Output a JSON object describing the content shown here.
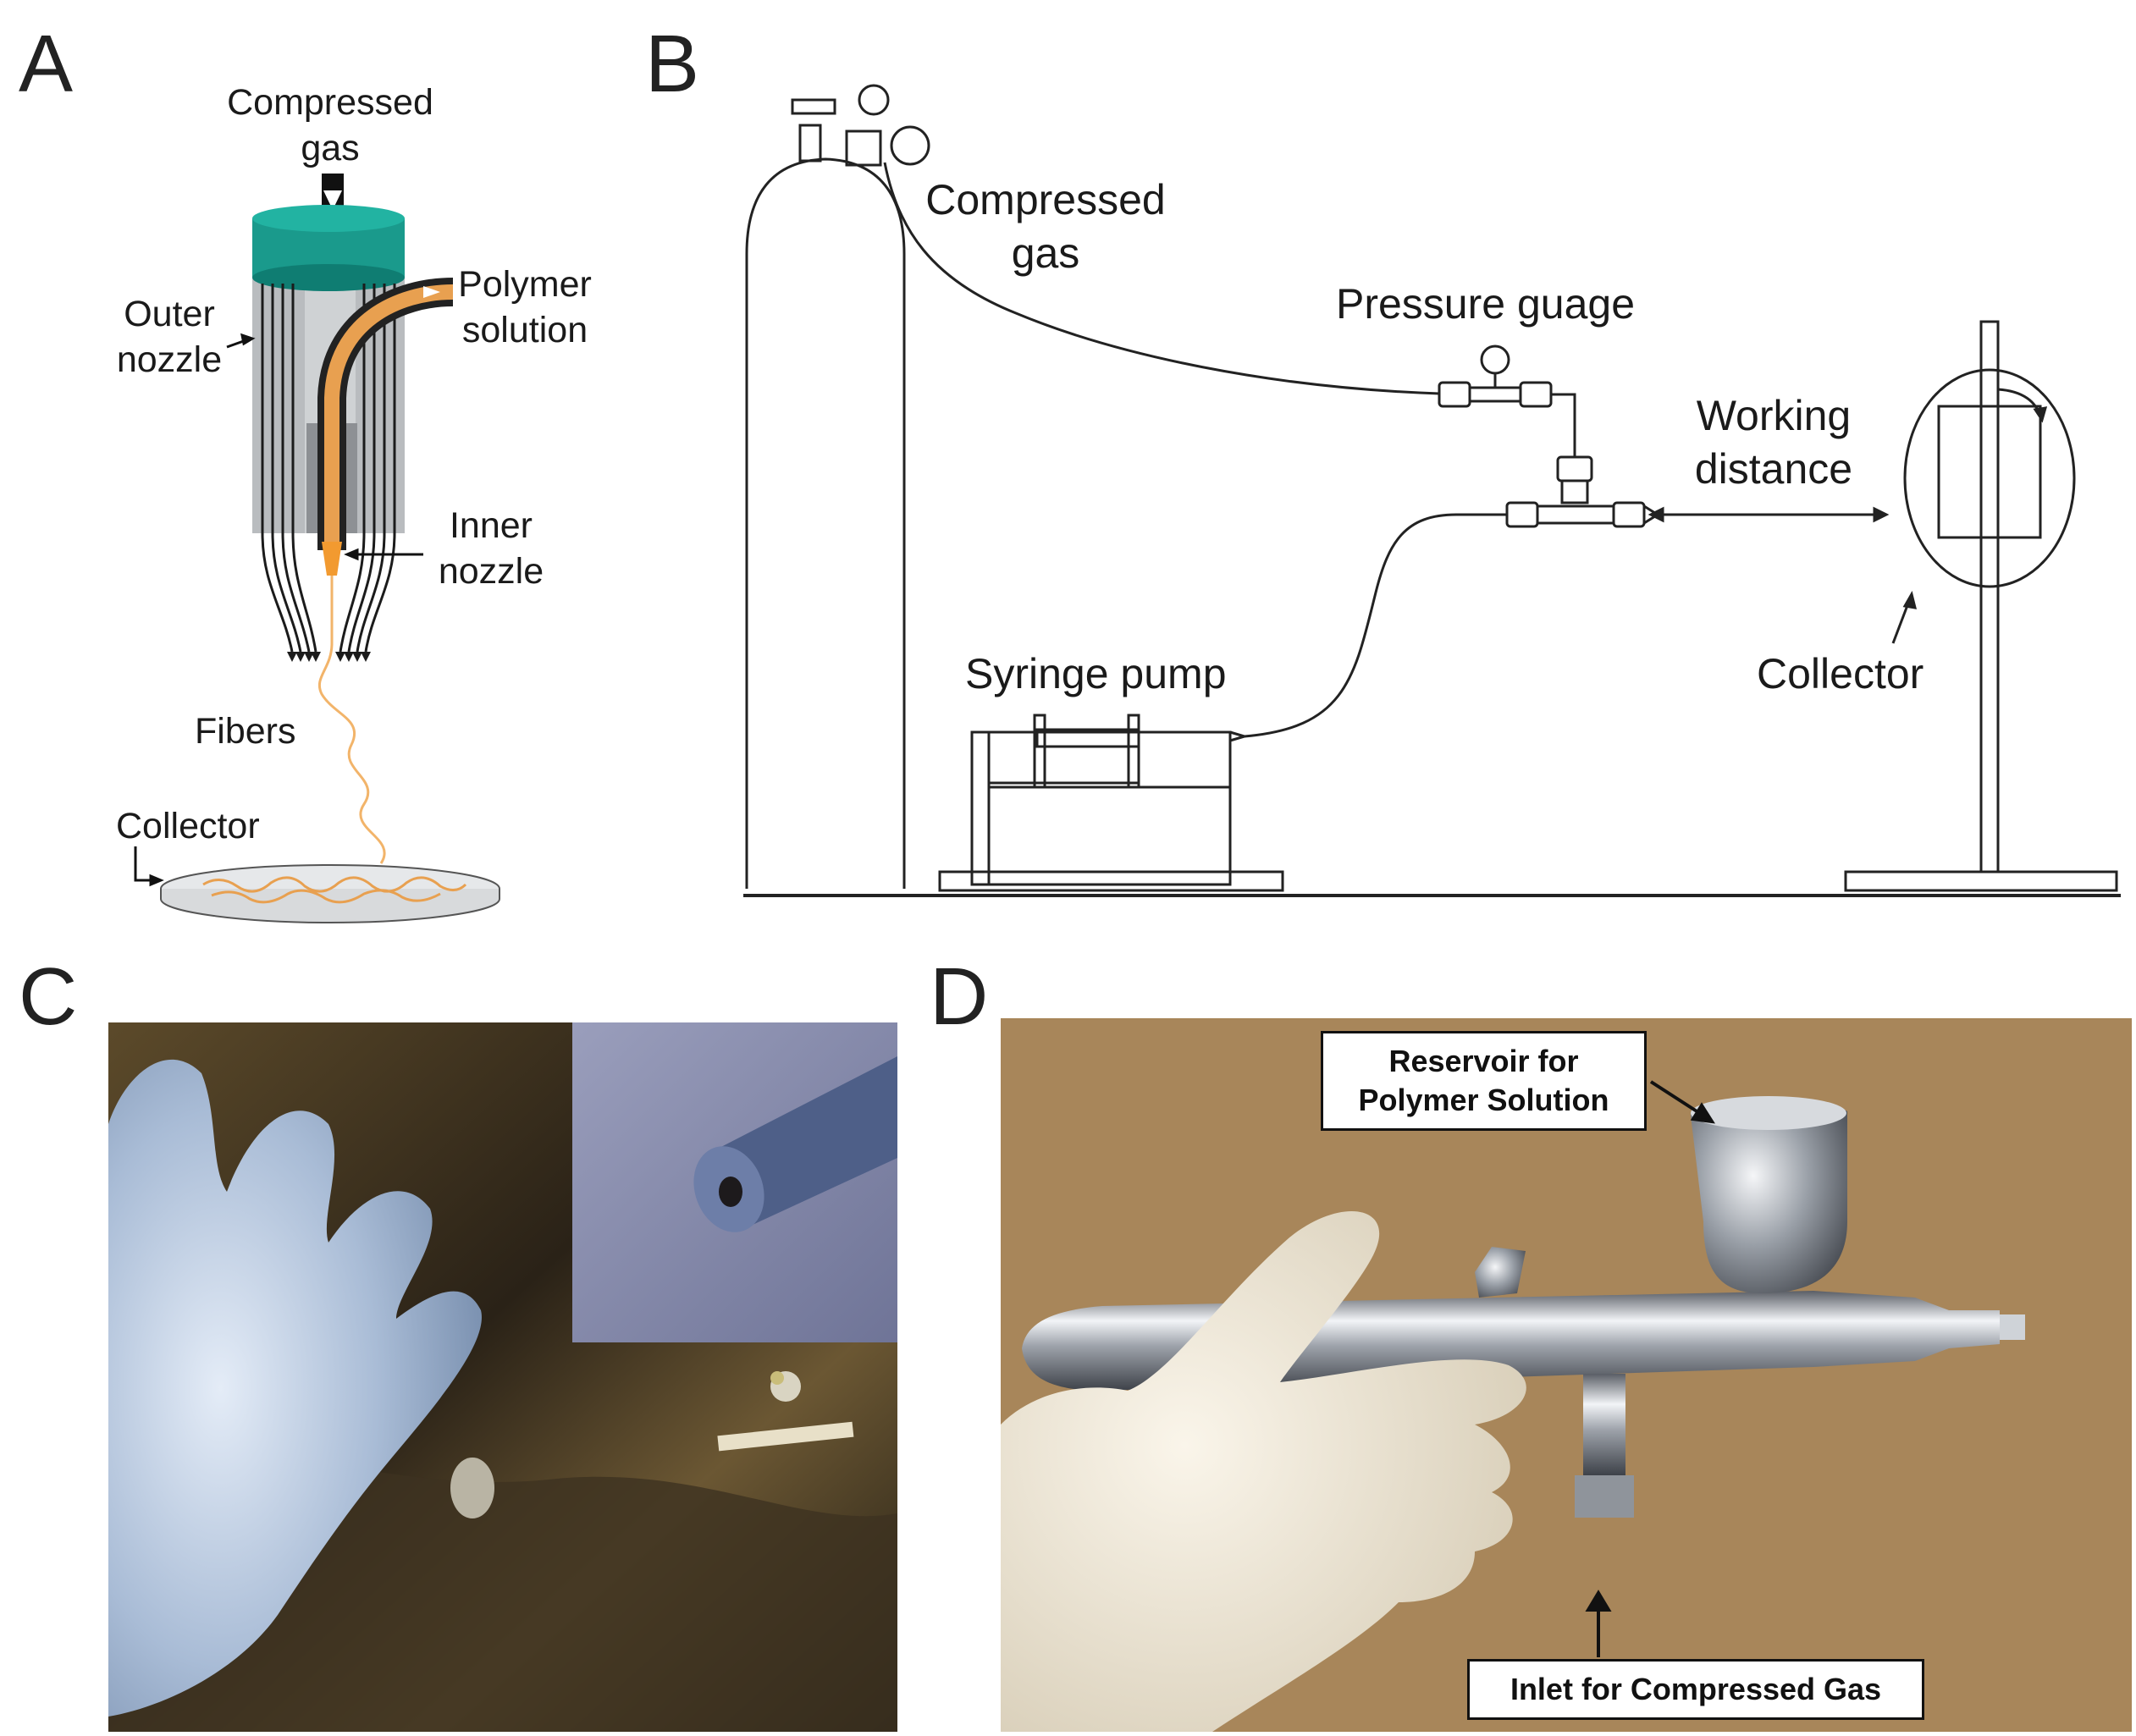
{
  "panels": {
    "a": {
      "letter": "A",
      "labels": {
        "compressed_gas": "Compressed gas",
        "outer_nozzle": "Outer nozzle",
        "polymer_solution": "Polymer solution",
        "inner_nozzle": "Inner nozzle",
        "fibers": "Fibers",
        "collector": "Collector"
      }
    },
    "b": {
      "letter": "B",
      "labels": {
        "compressed_gas": "Compressed gas",
        "pressure_gauge": "Pressure guage",
        "working_distance": "Working distance",
        "syringe_pump": "Syringe pump",
        "collector": "Collector"
      }
    },
    "c": {
      "letter": "C"
    },
    "d": {
      "letter": "D",
      "callouts": {
        "reservoir": "Reservoir for Polymer Solution",
        "inlet": "Inlet for Compressed Gas"
      }
    }
  },
  "colors": {
    "nozzle_cap": "#1a9a8c",
    "polymer": "#e8a050",
    "fiber": "#f2b46a",
    "photo_c_background": "#2b2418",
    "photo_d_background": "#a8865a"
  }
}
